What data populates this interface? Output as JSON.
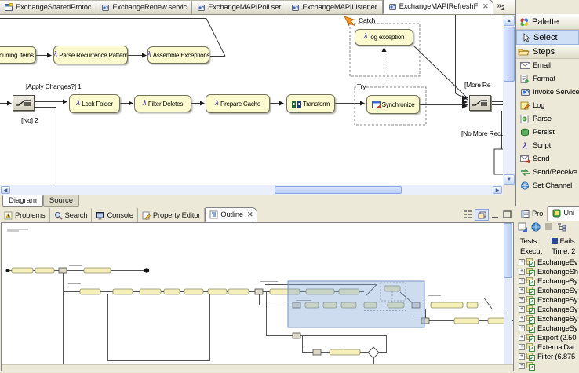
{
  "editor_tabs": {
    "overflow_count": "2",
    "tabs": [
      {
        "label": "ExchangeSharedProtoc",
        "icon": "editor-window-icon",
        "active": false
      },
      {
        "label": "ExchangeRenew.servic",
        "icon": "service-icon",
        "active": false
      },
      {
        "label": "ExchangeMAPIPoll.ser",
        "icon": "service-icon",
        "active": false
      },
      {
        "label": "ExchangeMAPIListener",
        "icon": "service-icon",
        "active": false
      },
      {
        "label": "ExchangeMAPIRefreshF",
        "icon": "service-icon",
        "active": true,
        "closable": true
      }
    ]
  },
  "flow": {
    "nodes": {
      "recurring": "curring Items",
      "parse": "Parse Recurrence Pattern",
      "assemble": "Assemble Exceptions",
      "lock": "Lock Folder",
      "filter": "Filter Deletes",
      "prepare": "Prepare Cache",
      "transform": "Transform",
      "sync": "Synchronize",
      "logex": "log exception"
    },
    "labels": {
      "apply": "[Apply Changes?] 1",
      "no": "[No] 2",
      "try": "Try",
      "catch": "Catch",
      "more": "[More Re",
      "nomore": "[No More Recu"
    }
  },
  "page_tabs": {
    "diagram": "Diagram",
    "source": "Source"
  },
  "palette": {
    "title": "Palette",
    "select": "Select",
    "drawer": "Steps",
    "items": [
      {
        "label": "Email",
        "icon": "email-icon"
      },
      {
        "label": "Format",
        "icon": "format-icon"
      },
      {
        "label": "Invoke Service",
        "icon": "invoke-service-icon"
      },
      {
        "label": "Log",
        "icon": "log-icon"
      },
      {
        "label": "Parse",
        "icon": "parse-icon"
      },
      {
        "label": "Persist",
        "icon": "persist-icon"
      },
      {
        "label": "Script",
        "icon": "script-icon"
      },
      {
        "label": "Send",
        "icon": "send-icon"
      },
      {
        "label": "Send/Receive",
        "icon": "send-receive-icon"
      },
      {
        "label": "Set Channel",
        "icon": "set-channel-icon"
      }
    ]
  },
  "views": {
    "tabs": [
      {
        "label": "Problems",
        "icon": "problems-icon"
      },
      {
        "label": "Search",
        "icon": "search-icon"
      },
      {
        "label": "Console",
        "icon": "console-icon"
      },
      {
        "label": "Property Editor",
        "icon": "property-editor-icon"
      },
      {
        "label": "Outline",
        "icon": "outline-icon",
        "active": true,
        "closable": true
      }
    ]
  },
  "unit_panel": {
    "tabs": [
      {
        "label": "Pro",
        "icon": "properties-icon"
      },
      {
        "label": "Uni",
        "icon": "unit-test-icon",
        "active": true,
        "closable": true
      }
    ],
    "stats": {
      "tests_label": "Tests:",
      "fails_label": "Fails",
      "exec_label": "Execut",
      "time_label": "Time: 2"
    },
    "items": [
      "ExchangeEv",
      "ExchangeSh",
      "ExchangeSy",
      "ExchangeSy",
      "ExchangeSy",
      "ExchangeSy",
      "ExchangeSy",
      "ExchangeSy",
      "Export (2.50",
      "ExternalDat",
      "Filter (6.875",
      ""
    ]
  }
}
